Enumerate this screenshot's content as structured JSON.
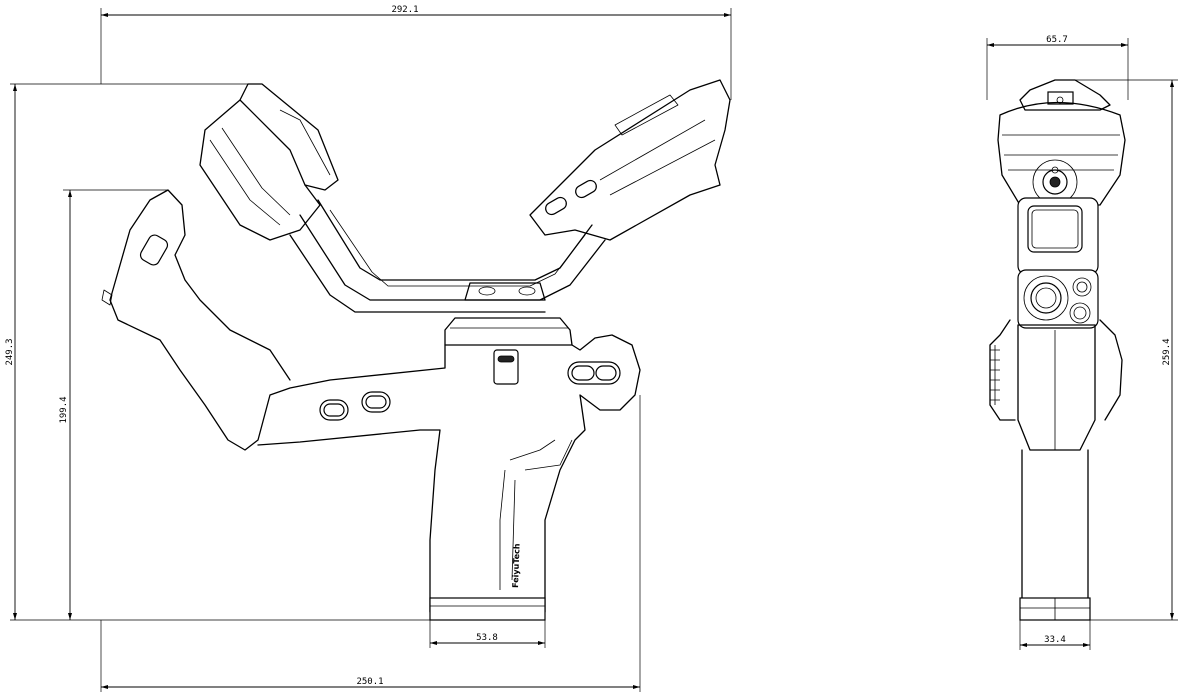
{
  "side_view": {
    "dims": {
      "top_width": "292.1",
      "bottom_width": "250.1",
      "overall_height": "249.3",
      "handle_height": "199.4",
      "grip_width": "53.8"
    },
    "brand": "FeiyuTech"
  },
  "front_view": {
    "dims": {
      "top_width": "65.7",
      "overall_height": "259.4",
      "grip_width": "33.4"
    }
  }
}
